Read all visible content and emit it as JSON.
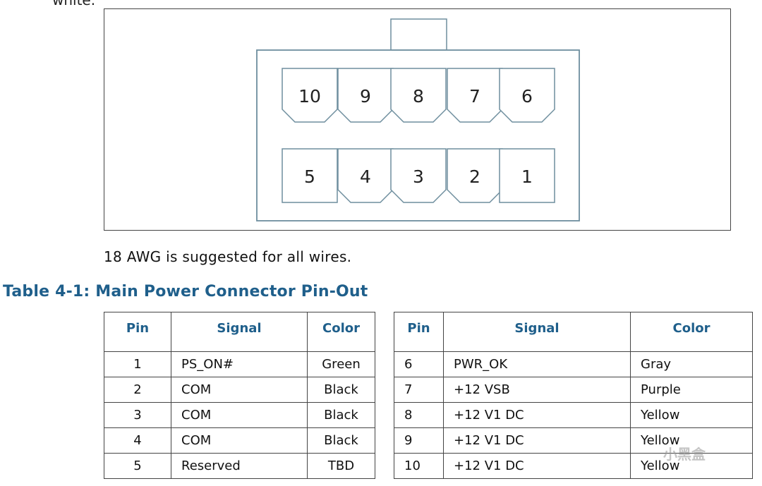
{
  "page": {
    "top_text": "white.",
    "note": "18 AWG is suggested for all wires.",
    "table_caption": "Table 4-1: Main Power Connector Pin-Out",
    "watermark": "小黑盒"
  },
  "connector": {
    "top_row": [
      "10",
      "9",
      "8",
      "7",
      "6"
    ],
    "bottom_row": [
      "5",
      "4",
      "3",
      "2",
      "1"
    ]
  },
  "table_left": {
    "headers": [
      "Pin",
      "Signal",
      "Color"
    ],
    "rows": [
      [
        "1",
        "PS_ON#",
        "Green"
      ],
      [
        "2",
        "COM",
        "Black"
      ],
      [
        "3",
        "COM",
        "Black"
      ],
      [
        "4",
        "COM",
        "Black"
      ],
      [
        "5",
        "Reserved",
        "TBD"
      ]
    ]
  },
  "table_right": {
    "headers": [
      "Pin",
      "Signal",
      "Color"
    ],
    "rows": [
      [
        "6",
        "PWR_OK",
        "Gray"
      ],
      [
        "7",
        "+12 VSB",
        "Purple"
      ],
      [
        "8",
        "+12 V1 DC",
        "Yellow"
      ],
      [
        "9",
        "+12 V1 DC",
        "Yellow"
      ],
      [
        "10",
        "+12 V1 DC",
        "Yellow"
      ]
    ]
  },
  "colors": {
    "heading": "#1f5f8b",
    "connector_outline": "#6e8e9e"
  }
}
